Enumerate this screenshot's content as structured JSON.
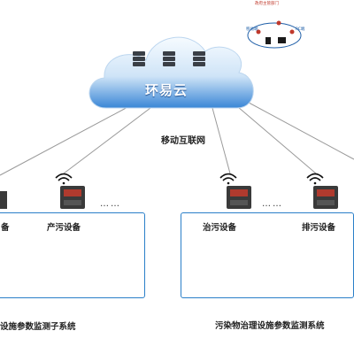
{
  "cloud": {
    "title": "环易云"
  },
  "network": {
    "label": "移动互联网"
  },
  "government": {
    "title": "政府主管部门",
    "left_label": "移动端",
    "right_label": "PC端"
  },
  "left_system": {
    "label": "设施参数监测子系统",
    "devices": [
      "备",
      "产污设备"
    ],
    "dots": "……"
  },
  "right_system": {
    "label": "污染物治理设施参数监测系统",
    "devices": [
      "治污设备",
      "排污设备"
    ],
    "dots": "……"
  },
  "colors": {
    "cloud_blue": "#2f7fd0",
    "box_border": "#2a7fc9",
    "line_gray": "#9a9a9a",
    "gov_circle": "#1f5fa8"
  }
}
